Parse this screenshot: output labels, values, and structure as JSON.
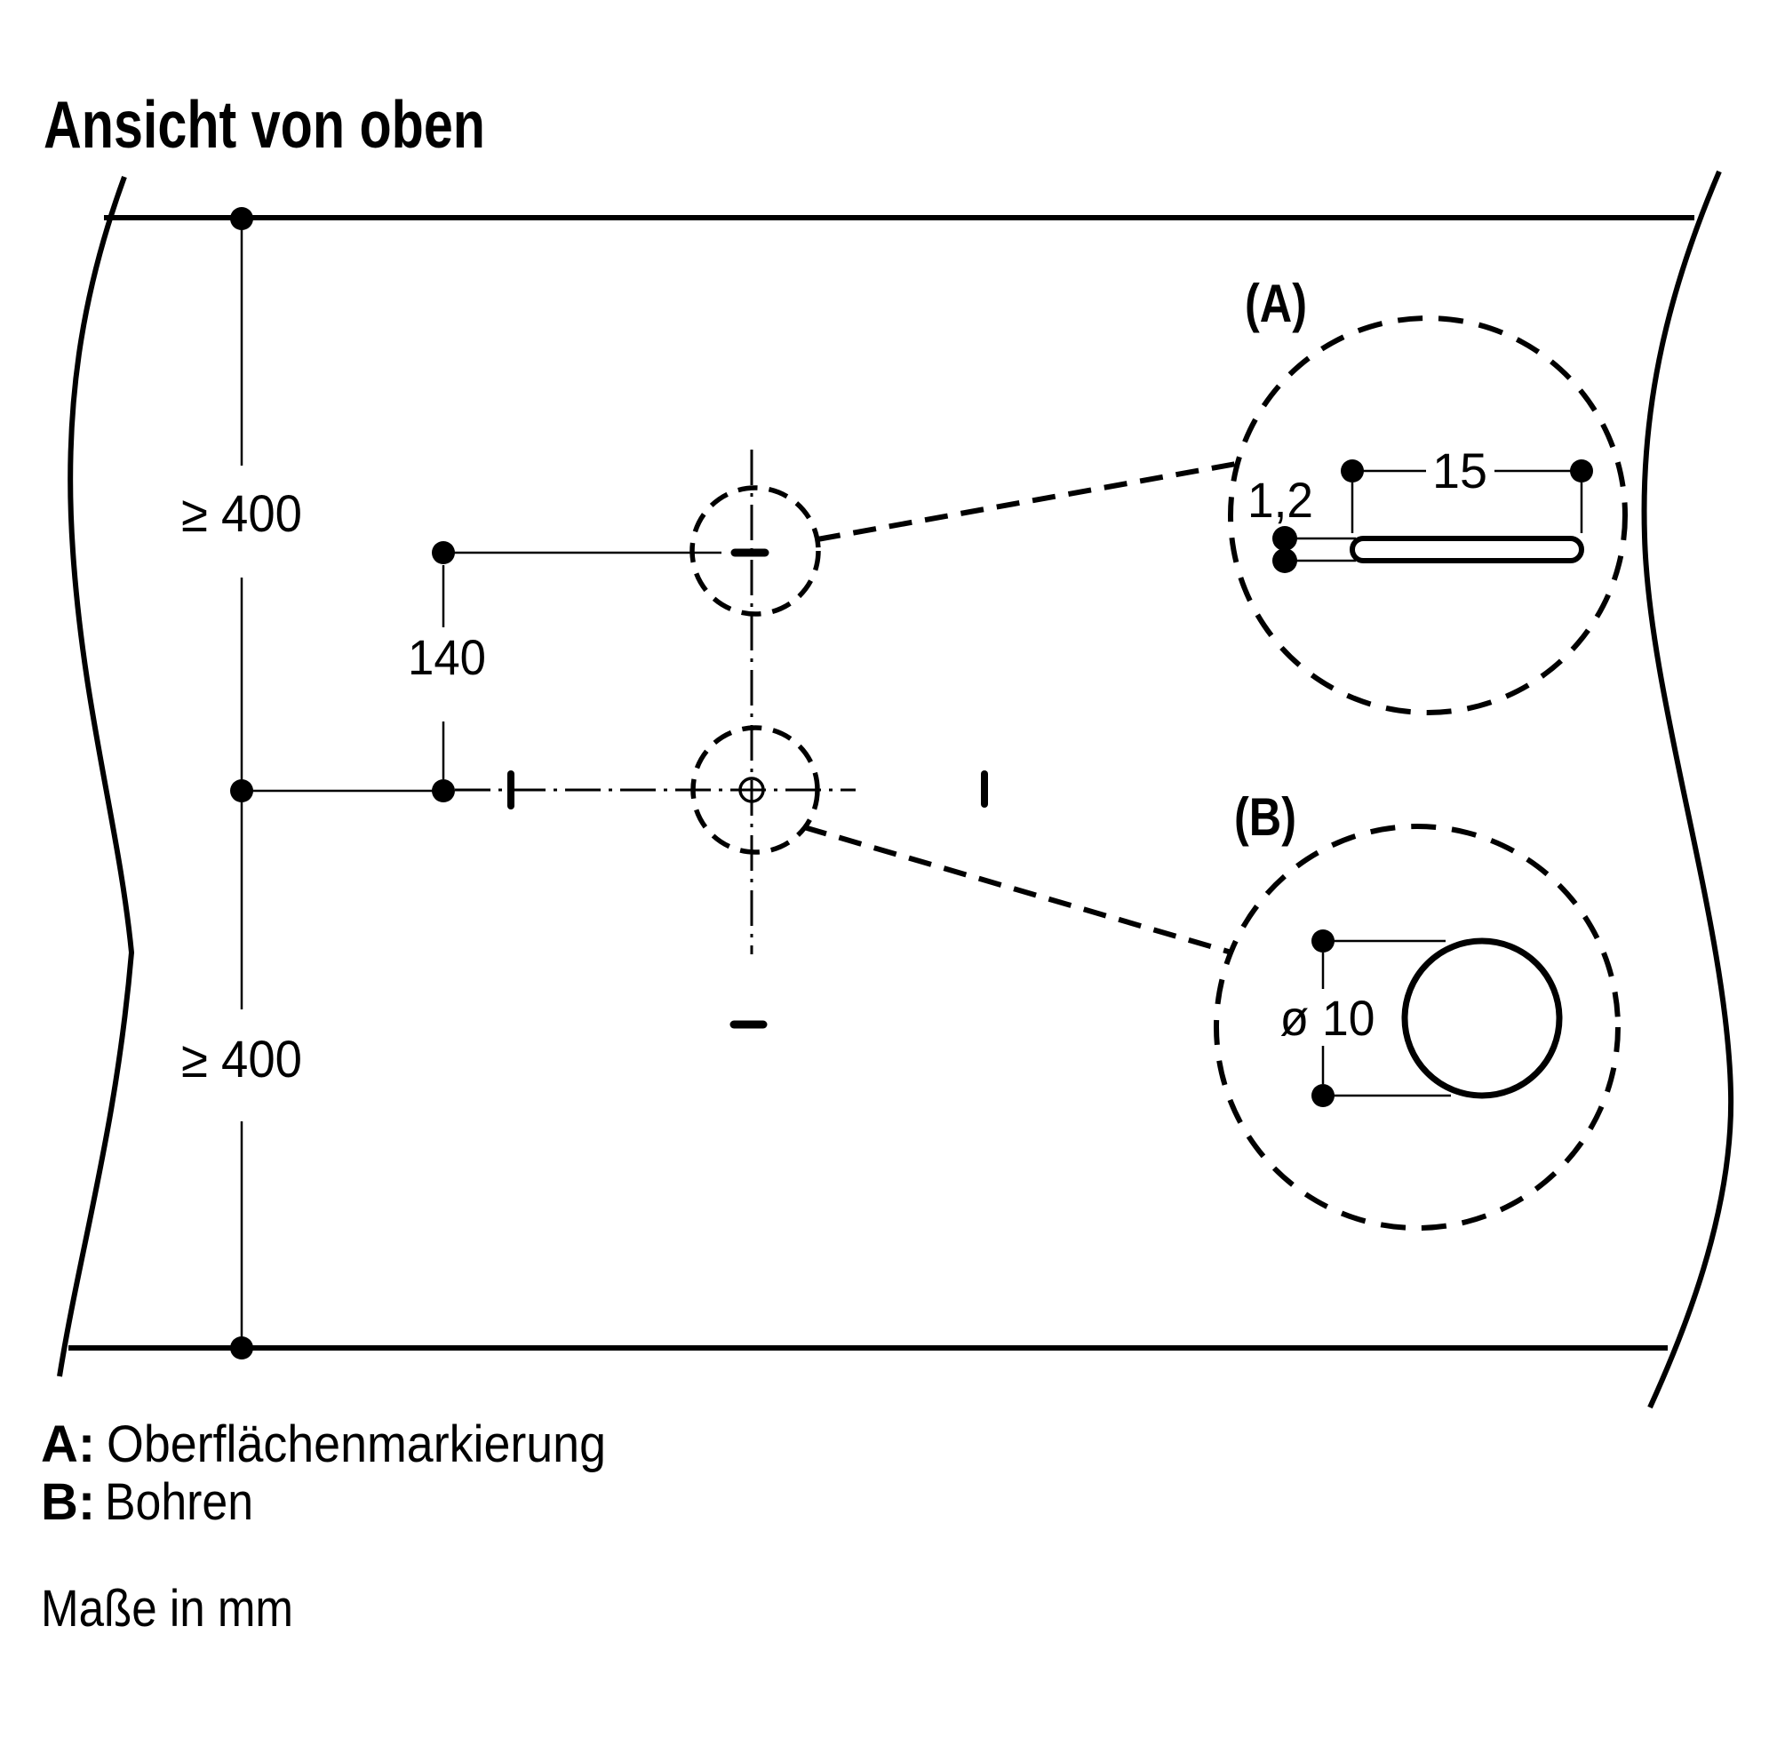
{
  "title": "Ansicht von oben",
  "dimensions": {
    "clearance_top": "≥ 400",
    "clearance_bottom": "≥ 400",
    "vertical_offset": "140",
    "slot_length": "15",
    "slot_width": "1,2",
    "hole_diameter": "ø 10"
  },
  "details": {
    "a_label": "(A)",
    "b_label": "(B)"
  },
  "legend": {
    "a_key": "A:",
    "a_text": "Oberflächenmarkierung",
    "b_key": "B:",
    "b_text": "Bohren"
  },
  "footnote": "Maße in mm",
  "colors": {
    "ink": "#000000",
    "background": "#ffffff"
  }
}
